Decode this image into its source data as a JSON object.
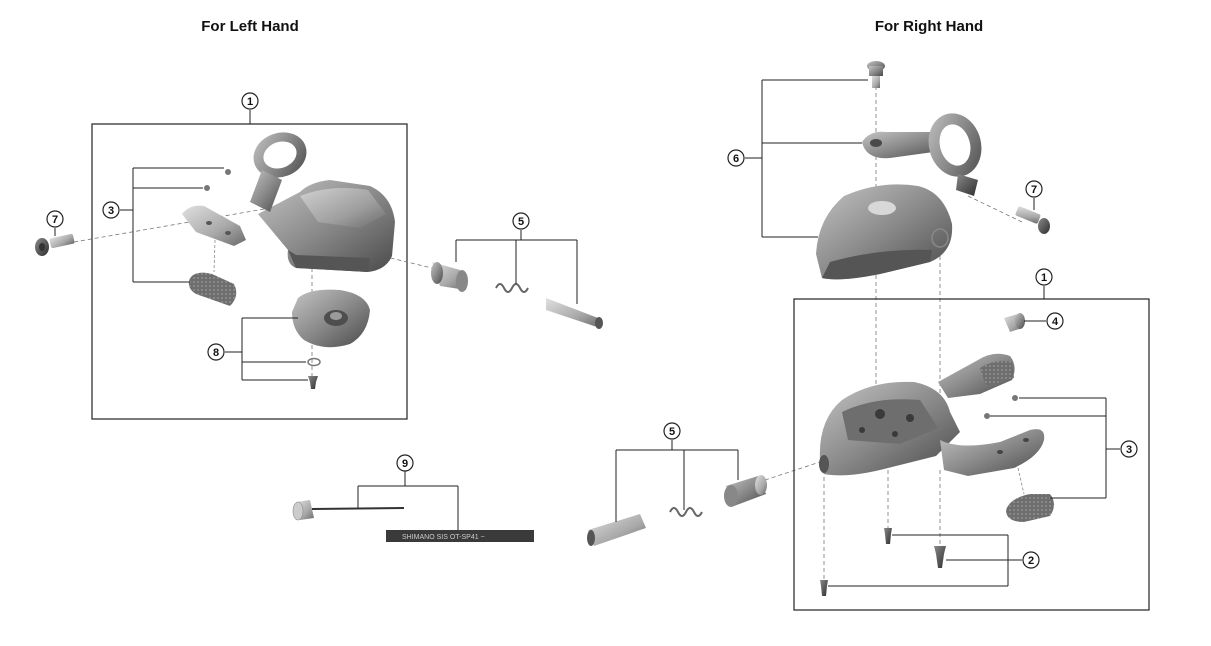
{
  "headings": {
    "left": "For Left Hand",
    "right": "For Right Hand"
  },
  "callouts": {
    "left_assembly": "1",
    "left_lever": "3",
    "left_bolt": "7",
    "left_adjuster": "5",
    "left_indicator": "8",
    "cable": "9",
    "right_cover": "6",
    "right_bolt": "7",
    "right_assembly": "1",
    "right_cap": "4",
    "right_lever": "3",
    "right_adjuster": "5",
    "right_screws": "2"
  },
  "cable_print": "SHIMANO SIS  OT-SP41 ~"
}
